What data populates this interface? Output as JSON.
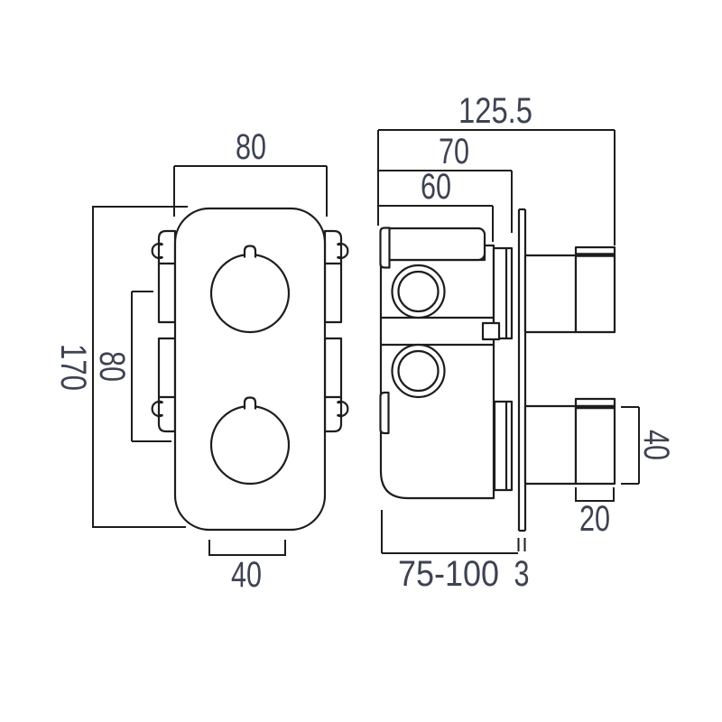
{
  "diagram": {
    "type": "technical-drawing",
    "subject": "concealed twin thermostatic shower valve - front and side elevations with dimensions (mm)",
    "colors": {
      "line": "#1d1d1b",
      "dimension_text": "#3d4351",
      "background": "#ffffff"
    },
    "front_view": {
      "name": "front-elevation",
      "dimensions": {
        "plate_width_top": "80",
        "plate_height_left": "170",
        "handle_spacing_left": "80",
        "handle_diameter_bottom": "40"
      }
    },
    "side_view": {
      "name": "side-elevation",
      "dimensions": {
        "overall_depth_top": "125.5",
        "depth_to_collar": "70",
        "body_depth": "60",
        "wall_fixing_range": "75-100",
        "plate_thickness": "3",
        "handle_height_right": "40",
        "handle_grip_depth": "20"
      }
    }
  }
}
